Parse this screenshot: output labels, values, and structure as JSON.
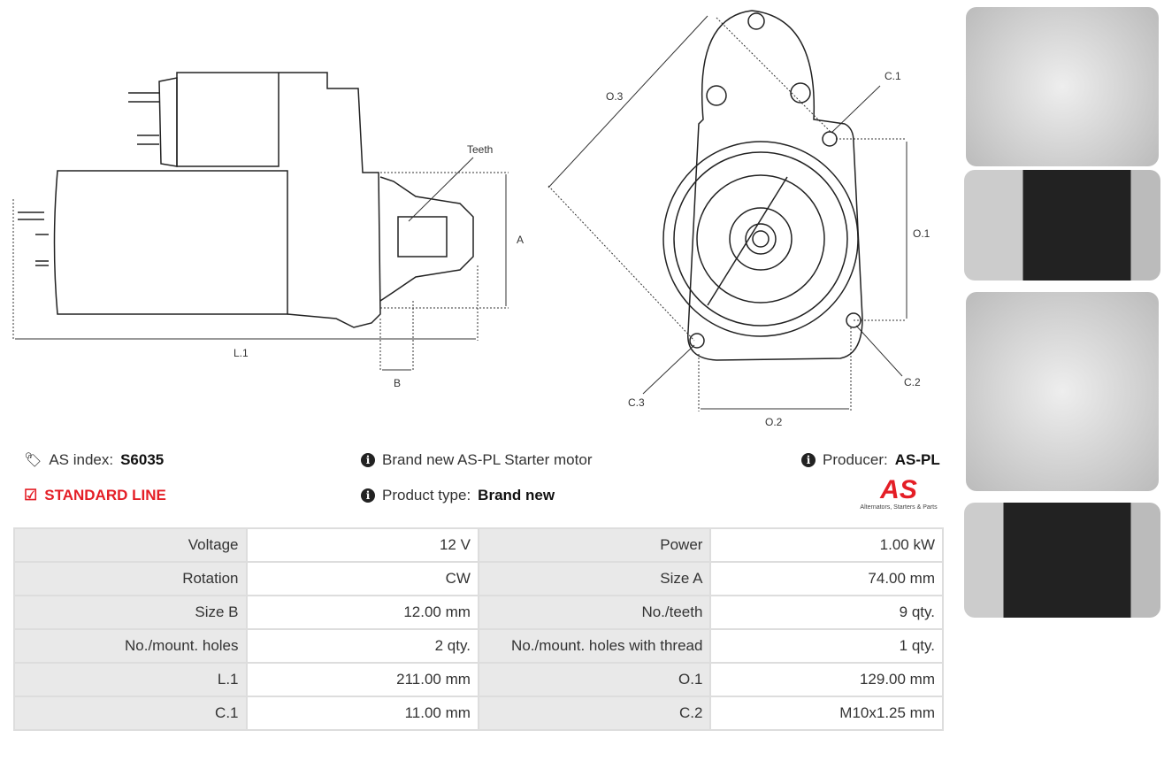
{
  "diagram": {
    "teeth": "Teeth",
    "a": "A",
    "b": "B",
    "l1": "L.1",
    "o1": "O.1",
    "o2": "O.2",
    "o3": "O.3",
    "c1": "C.1",
    "c2": "C.2",
    "c3": "C.3"
  },
  "info": {
    "as_index_label": "AS index:",
    "as_index_value": "S6035",
    "line": "STANDARD LINE",
    "description": "Brand new AS-PL Starter motor",
    "product_type_label": "Product type:",
    "product_type_value": "Brand new",
    "producer_label": "Producer:",
    "producer_value": "AS-PL",
    "logo_text": "AS",
    "logo_tagline": "Alternators, Starters & Parts"
  },
  "colors": {
    "accent": "#e41e26"
  },
  "specs": [
    {
      "l1": "Voltage",
      "v1": "12 V",
      "l2": "Power",
      "v2": "1.00 kW"
    },
    {
      "l1": "Rotation",
      "v1": "CW",
      "l2": "Size A",
      "v2": "74.00 mm"
    },
    {
      "l1": "Size B",
      "v1": "12.00 mm",
      "l2": "No./teeth",
      "v2": "9 qty."
    },
    {
      "l1": "No./mount. holes",
      "v1": "2 qty.",
      "l2": "No./mount. holes with thread",
      "v2": "1 qty."
    },
    {
      "l1": "L.1",
      "v1": "211.00 mm",
      "l2": "O.1",
      "v2": "129.00 mm"
    },
    {
      "l1": "C.1",
      "v1": "11.00 mm",
      "l2": "C.2",
      "v2": "M10x1.25 mm"
    }
  ]
}
